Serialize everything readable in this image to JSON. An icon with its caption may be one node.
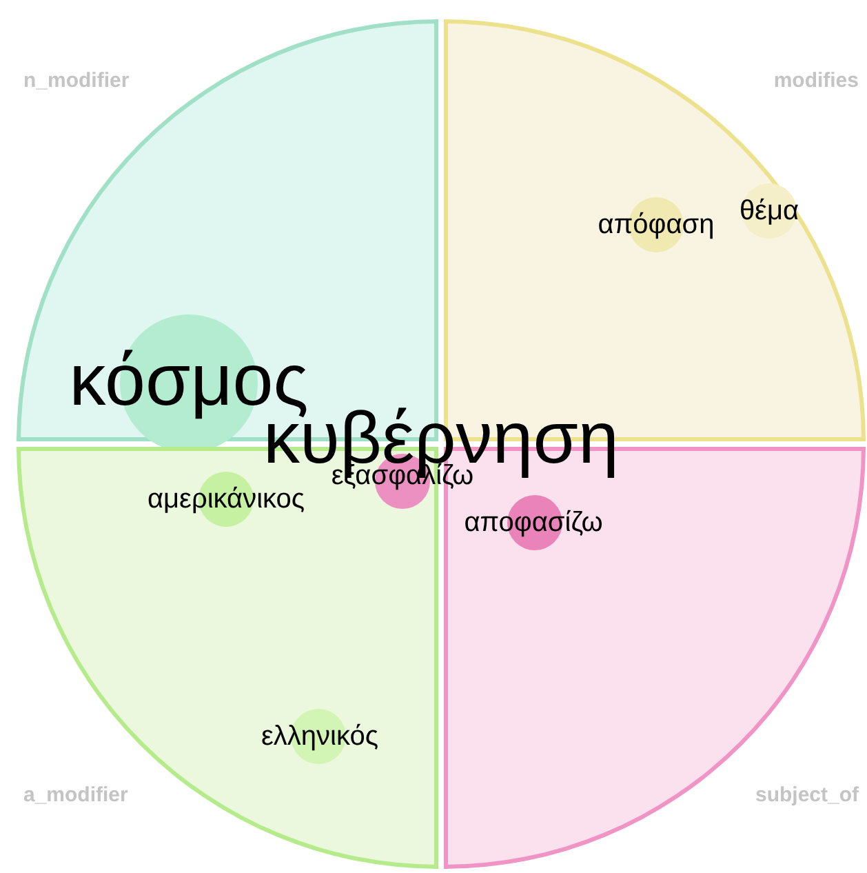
{
  "diagram": {
    "nodes": [
      {
        "text": [
          "n_modifier"
        ]
      },
      {
        "text": [
          "modifies"
        ]
      },
      {
        "text": [
          "a_modifier"
        ]
      },
      {
        "text": [
          "subject_of"
        ]
      },
      {
        "text": [
          "κόσμος"
        ],
        "in": 0
      },
      {
        "text": [
          "απόφαση"
        ],
        "in": 1
      },
      {
        "text": [
          "θέμα"
        ],
        "in": 1
      },
      {
        "text": [
          "αμερικάνικος"
        ],
        "in": 2
      },
      {
        "text": [
          "ελληνικός"
        ],
        "in": 2
      },
      {
        "text": [
          "εξασφαλίζω"
        ]
      },
      {
        "text": [
          "αποφασίζω"
        ],
        "in": 3
      },
      {
        "text": [
          "κυβέρνηση"
        ]
      }
    ]
  }
}
